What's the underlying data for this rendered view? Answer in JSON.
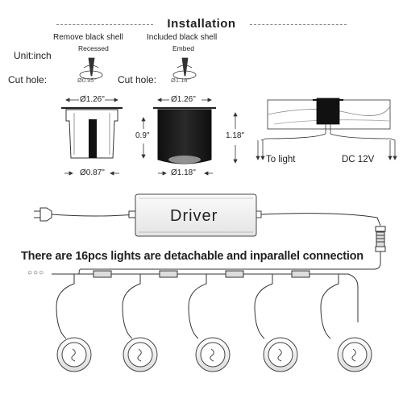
{
  "title": "Installation",
  "shells": {
    "left_caption": "Remove black shell",
    "right_caption": "Included black shell",
    "left_type": "Recessed",
    "right_type": "Embed"
  },
  "unit_label": "Unit:inch",
  "cut_hole_left": "Cut hole:",
  "cut_hole_right": "Cut hole:",
  "hole_left": "Ø0.95\"",
  "hole_right": "Ø1.18\"",
  "dims": {
    "left_top": "Ø1.26\"",
    "left_bottom": "Ø0.87\"",
    "left_height": "0.9\"",
    "right_top": "Ø1.26\"",
    "right_bottom": "Ø1.18\"",
    "right_height": "1.18\""
  },
  "wiring": {
    "to_light": "To light",
    "dc": "DC 12V"
  },
  "driver_label": "Driver",
  "connection_note": "There are 16pcs lights are detachable and inparallel connection",
  "ellipsis": "○○○",
  "colors": {
    "line": "#333333",
    "driver_fill": "#f2f2f2"
  }
}
